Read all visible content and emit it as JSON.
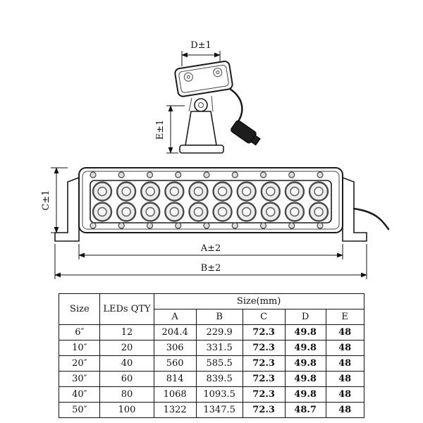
{
  "drawing": {
    "labels": {
      "d": "D±1",
      "e": "E±1",
      "c": "C±1",
      "a": "A±2",
      "b": "B±2"
    },
    "front": {
      "led_rows": 2,
      "leds_per_row": 10,
      "screws_per_row": 9
    }
  },
  "table": {
    "header": {
      "size": "Size",
      "leds_qty": "LEDs QTY",
      "size_mm": "Size(mm)"
    },
    "sub_cols": [
      "A",
      "B",
      "C",
      "D",
      "E"
    ],
    "rows": [
      {
        "size": "6″",
        "qty": "12",
        "a": "204.4",
        "b": "229.9",
        "c": "72.3",
        "d": "49.8",
        "e": "48"
      },
      {
        "size": "10″",
        "qty": "20",
        "a": "306",
        "b": "331.5",
        "c": "72.3",
        "d": "49.8",
        "e": "48"
      },
      {
        "size": "20″",
        "qty": "40",
        "a": "560",
        "b": "585.5",
        "c": "72.3",
        "d": "49.8",
        "e": "48"
      },
      {
        "size": "30″",
        "qty": "60",
        "a": "814",
        "b": "839.5",
        "c": "72.3",
        "d": "49.8",
        "e": "48"
      },
      {
        "size": "40″",
        "qty": "80",
        "a": "1068",
        "b": "1093.5",
        "c": "72.3",
        "d": "49.8",
        "e": "48"
      },
      {
        "size": "50″",
        "qty": "100",
        "a": "1322",
        "b": "1347.5",
        "c": "72.3",
        "d": "48.7",
        "e": "48"
      }
    ]
  }
}
